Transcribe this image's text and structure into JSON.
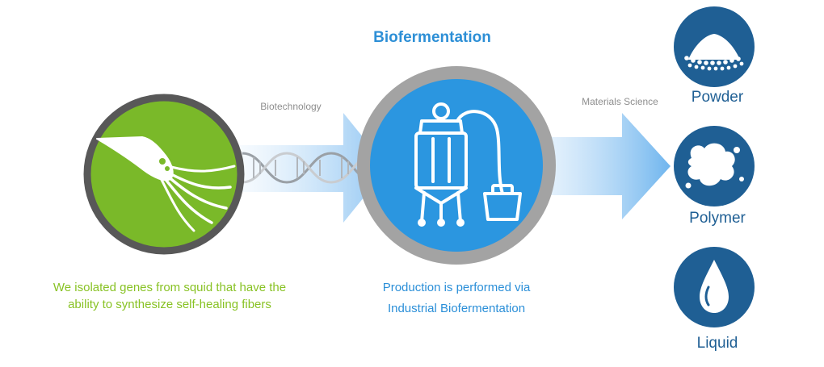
{
  "diagram": {
    "title": "Biofermentation",
    "biotech_label": "Biotechnology",
    "materials_label": "Materials Science",
    "squid_description": "We isolated genes from squid that have the ability to synthesize self-healing fibers",
    "production_description": "Production is performed via Industrial Biofermentation",
    "outputs": [
      {
        "label": "Powder",
        "icon": "powder-icon"
      },
      {
        "label": "Polymer",
        "icon": "polymer-blob-icon"
      },
      {
        "label": "Liquid",
        "icon": "liquid-drop-icon"
      }
    ]
  },
  "colors": {
    "green": "#7ab929",
    "text_green": "#88c224",
    "blue": "#2b96e0",
    "title_blue": "#2d8fd6",
    "navy": "#1f5f94",
    "gray_ring": "#a3a3a3",
    "arrow_blue": "#8fc5f2"
  }
}
